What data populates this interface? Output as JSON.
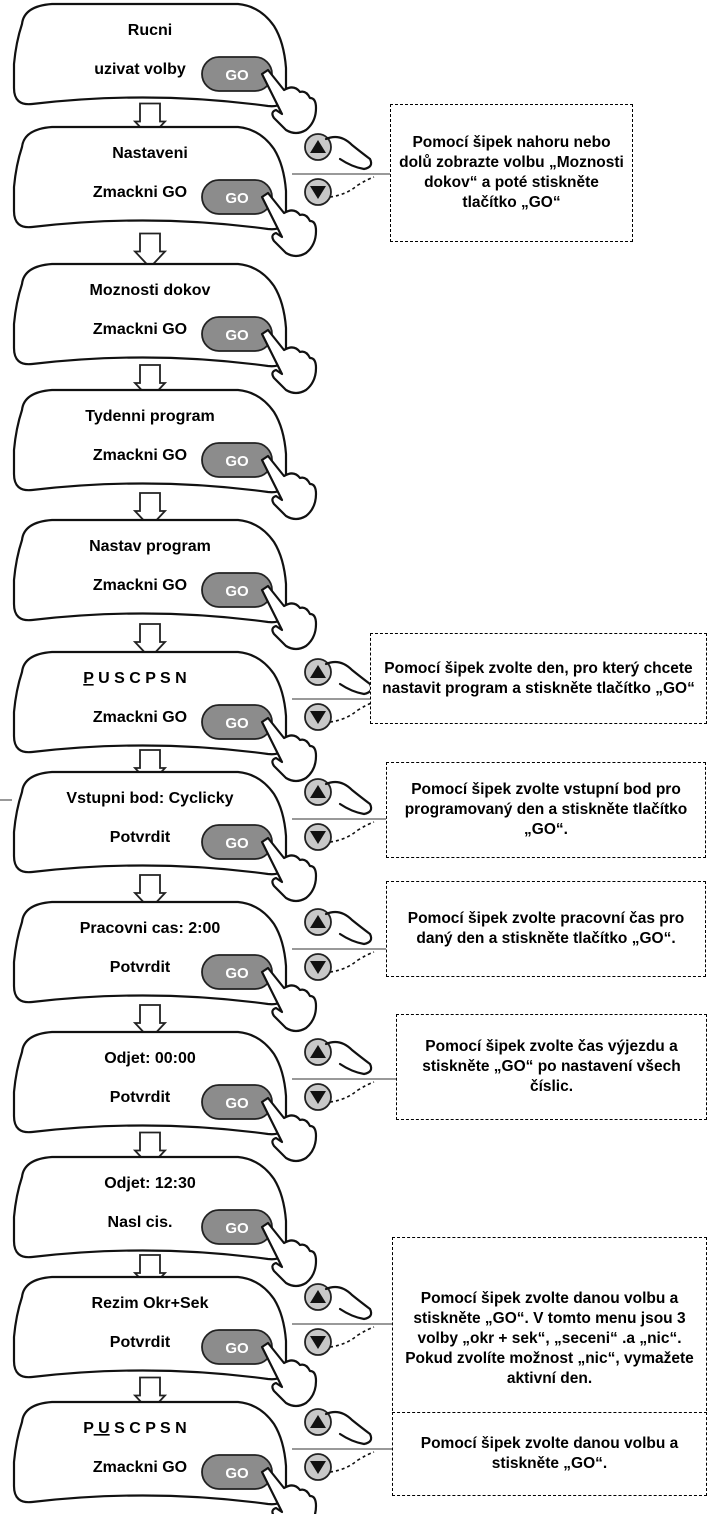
{
  "go_label": "GO",
  "screens": [
    {
      "line1": "Rucni",
      "line2": "uzivat volby",
      "arrows": false
    },
    {
      "line1": "Nastaveni",
      "line2": "Zmackni GO",
      "arrows": true
    },
    {
      "line1": "Moznosti dokov",
      "line2": "Zmackni GO",
      "arrows": false
    },
    {
      "line1": "Tydenni program",
      "line2": "Zmackni GO",
      "arrows": false
    },
    {
      "line1": "Nastav program",
      "line2": "Zmackni GO",
      "arrows": false
    },
    {
      "line1": "P U S C P S N",
      "line2": "Zmackni GO",
      "arrows": true,
      "underline_index": 0
    },
    {
      "line1": "Vstupni bod: Cyclicky",
      "line2": "Potvrdit",
      "arrows": true
    },
    {
      "line1": "Pracovni cas:  2:00",
      "line2": "Potvrdit",
      "arrows": true
    },
    {
      "line1": "Odjet:  00:00",
      "line2": "Potvrdit",
      "arrows": true
    },
    {
      "line1": "Odjet:  12:30",
      "line2": "Nasl cis.",
      "arrows": false
    },
    {
      "line1": "Rezim Okr+Sek",
      "line2": "Potvrdit",
      "arrows": true
    },
    {
      "line1": "P U S C P S N",
      "line2": "Zmackni GO",
      "arrows": true,
      "underline_index": 1
    }
  ],
  "notes": [
    {
      "screen": 1,
      "text": "Pomocí šipek nahoru nebo dolů zobrazte volbu „Moznosti dokov“ a poté stiskněte tlačítko „GO“"
    },
    {
      "screen": 5,
      "text": "Pomocí šipek zvolte  den,  pro který chcete nastavit program a stiskněte tlačítko „GO“"
    },
    {
      "screen": 6,
      "text": "Pomocí šipek zvolte vstupní bod pro programovaný den a stiskněte tlačítko „GO“."
    },
    {
      "screen": 7,
      "text": "Pomocí šipek zvolte pracovní čas pro daný den a stiskněte tlačítko „GO“."
    },
    {
      "screen": 8,
      "text": "Pomocí šipek zvolte čas výjezdu a stiskněte „GO“ po nastavení všech číslic."
    },
    {
      "screen": 10,
      "text": "Pomocí šipek zvolte danou volbu a stiskněte „GO“. V tomto menu jsou 3 volby „okr + sek“, „seceni“ .a „nic“. Pokud zvolíte možnost „nic“, vymažete aktivní den."
    },
    {
      "screen": 11,
      "text": "Pomocí šipek zvolte danou volbu a stiskněte „GO“."
    }
  ]
}
